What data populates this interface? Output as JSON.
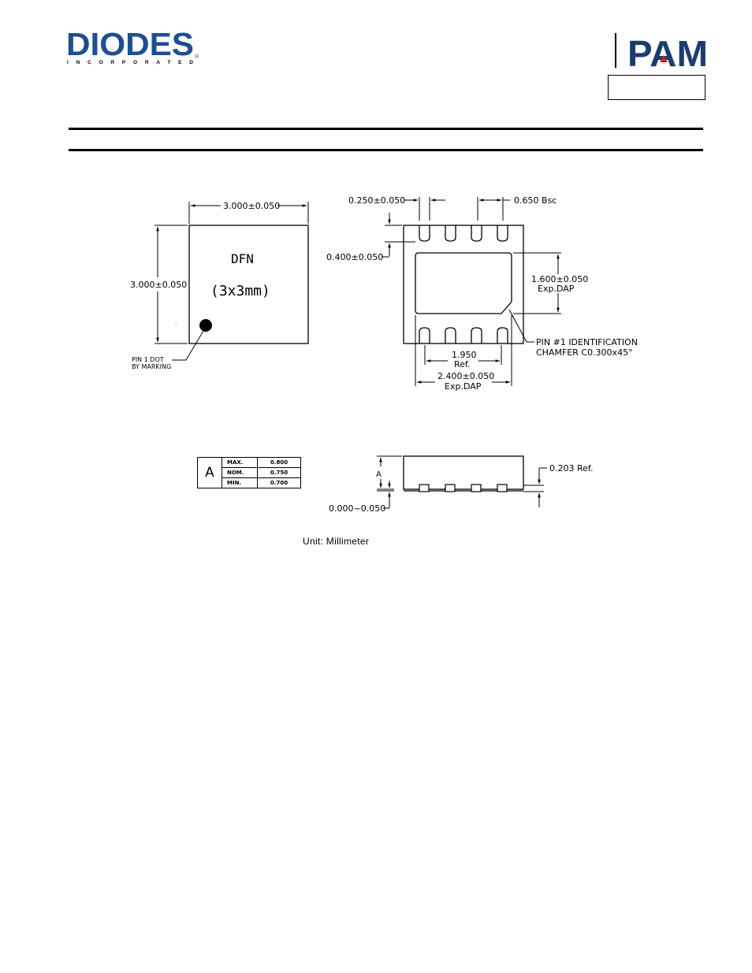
{
  "header": {
    "brand": "DIODES",
    "brand_sub": "INCORPORATED",
    "registered_mark": "®",
    "partner_logo": "PAM",
    "part_number_box": ""
  },
  "drawing": {
    "top_view": {
      "width_dim": "3.000±0.050",
      "height_dim": "3.000±0.050",
      "package_name": "DFN",
      "package_size": "(3x3mm)",
      "pin1_label_1": "PIN 1 DOT",
      "pin1_label_2": "BY MARKING"
    },
    "bottom_view": {
      "pad_width": "0.250±0.050",
      "pitch": "0.650 Bsc",
      "pad_length": "0.400±0.050",
      "dap_height": "1.600±0.050",
      "dap_height_label": "Exp.DAP",
      "pin_id_1": "PIN #1 IDENTIFICATION",
      "pin_id_2": "CHAMFER C0.300x45°",
      "ref_span": "1.950",
      "ref_label": "Ref.",
      "dap_width": "2.400±0.050",
      "dap_width_label": "Exp.DAP"
    },
    "side_view": {
      "dim_label": "A",
      "standoff": "0.000~0.050",
      "lead_thickness": "0.203 Ref."
    }
  },
  "thickness_table": {
    "dim": "A",
    "rows": [
      {
        "label": "MAX.",
        "value": "0.800"
      },
      {
        "label": "NOM.",
        "value": "0.750"
      },
      {
        "label": "MIN.",
        "value": "0.700"
      }
    ]
  },
  "unit_note": "Unit: Millimeter",
  "colors": {
    "diodes_blue": "#1d4f91",
    "pam_navy": "#1b3d6e",
    "pam_red": "#d62128"
  }
}
